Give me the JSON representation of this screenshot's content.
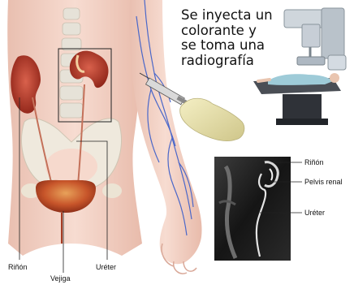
{
  "headline": [
    "Se inyecta un",
    "colorante y",
    "se toma una",
    "radiografía"
  ],
  "labels": {
    "kidney_left": "Riñón",
    "bladder": "Vejiga",
    "ureter_body": "Uréter",
    "kidney_xray": "Riñón",
    "renal_pelvis": "Pelvis renal",
    "ureter_xray": "Uréter"
  },
  "colors": {
    "skin": "#f2d0c4",
    "kidney": "#b83a2c",
    "vein": "#4a67c9",
    "glove": "#e8e2a8",
    "xray_bg": "#2a2a2a"
  }
}
